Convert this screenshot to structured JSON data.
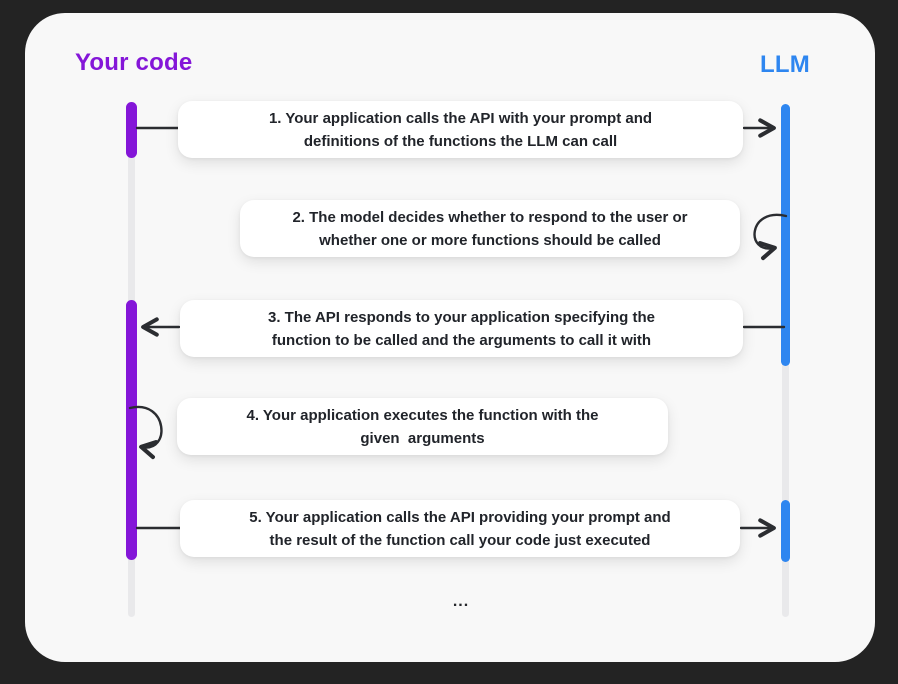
{
  "diagram": {
    "title_left": "Your code",
    "title_right": "LLM",
    "ellipsis": "...",
    "steps": [
      {
        "lines": [
          "1. Your application calls the API with your prompt and",
          "definitions of the functions the LLM can call"
        ],
        "from": "your-code",
        "to": "llm"
      },
      {
        "lines": [
          "2. The model decides whether to respond to the user or",
          "whether one or more functions should be called"
        ],
        "from": "llm",
        "to": "llm"
      },
      {
        "lines": [
          "3. The API responds to your application specifying the",
          "function to be called and the arguments to call it with"
        ],
        "from": "llm",
        "to": "your-code"
      },
      {
        "lines": [
          "4. Your application executes the function with the",
          "given  arguments"
        ],
        "from": "your-code",
        "to": "your-code"
      },
      {
        "lines": [
          "5. Your application calls the API providing your prompt and",
          "the result of the function call your code just executed"
        ],
        "from": "your-code",
        "to": "llm"
      }
    ]
  },
  "colors": {
    "purple": "#8416d8",
    "blue": "#2e86f0",
    "arrow": "#2b2d31",
    "card_bg": "#f8f8f8",
    "page_bg": "#232323",
    "track": "#e9e9eb"
  }
}
